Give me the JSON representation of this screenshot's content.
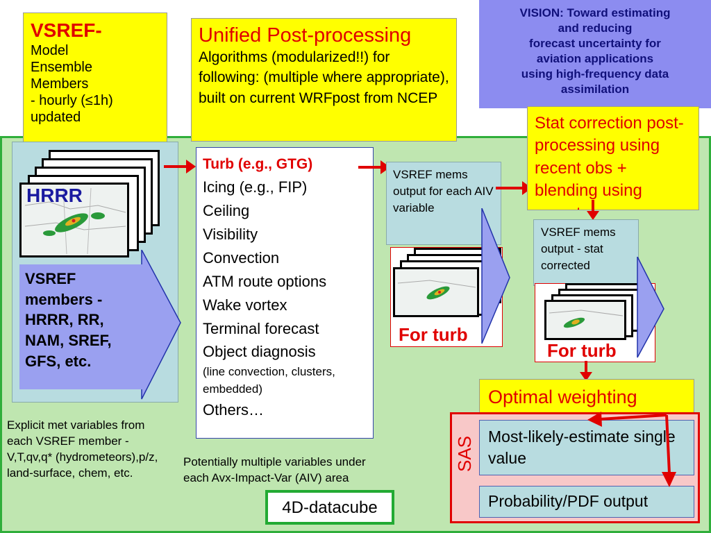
{
  "vsref_box": {
    "title": "VSREF-",
    "lines": [
      "Model",
      "Ensemble",
      "Members",
      "- hourly (≤1h)",
      "updated"
    ]
  },
  "unified_box": {
    "title": "Unified Post-processing",
    "body": "Algorithms (modularized!!) for following: (multiple where appropriate), built on current WRFpost from NCEP"
  },
  "vision": {
    "lines": [
      "VISION: Toward estimating",
      "and reducing",
      "forecast uncertainty for",
      "aviation applications",
      "using high-frequency data",
      "assimilation"
    ]
  },
  "stat_box": {
    "text": "Stat correction post- processing using recent obs + blending using recent"
  },
  "hrrr_label": "HRRR",
  "members_box": {
    "text": "VSREF members - HRRR, RR, NAM, SREF, GFS, etc."
  },
  "algorithms": {
    "first": "Turb (e.g., GTG)",
    "items": [
      "Icing (e.g., FIP)",
      "Ceiling",
      "Visibility",
      "Convection",
      "ATM route options",
      "Wake vortex",
      "Terminal forecast",
      "Object diagnosis"
    ],
    "note": "(line convection, clusters, embedded)",
    "last": "Others…"
  },
  "output1": {
    "text": "VSREF mems output for each AIV variable",
    "forturb": "For turb"
  },
  "output2": {
    "text": "VSREF mems output - stat corrected",
    "forturb": "For turb"
  },
  "optimal": "Optimal weighting",
  "sas": {
    "label": "SAS",
    "mle": "Most-likely-estimate single value",
    "pdf": "Probability/PDF output"
  },
  "explicit": "Explicit met variables from each VSREF member - V,T,qv,q* (hydrometeors),p/z, land-surface, chem, etc.",
  "potential": "Potentially multiple variables under each Avx-Impact-Var (AIV) area",
  "datacube": "4D-datacube",
  "colors": {
    "red": "#e00000",
    "yellow": "#ffff00",
    "green_bg": "#bfe6b0",
    "green_border": "#2fae3a",
    "vision_bg": "#8c8cf0",
    "teal": "#b8dce0",
    "members_bg": "#9aa0f0",
    "sas_bg": "#f8c8c8"
  }
}
